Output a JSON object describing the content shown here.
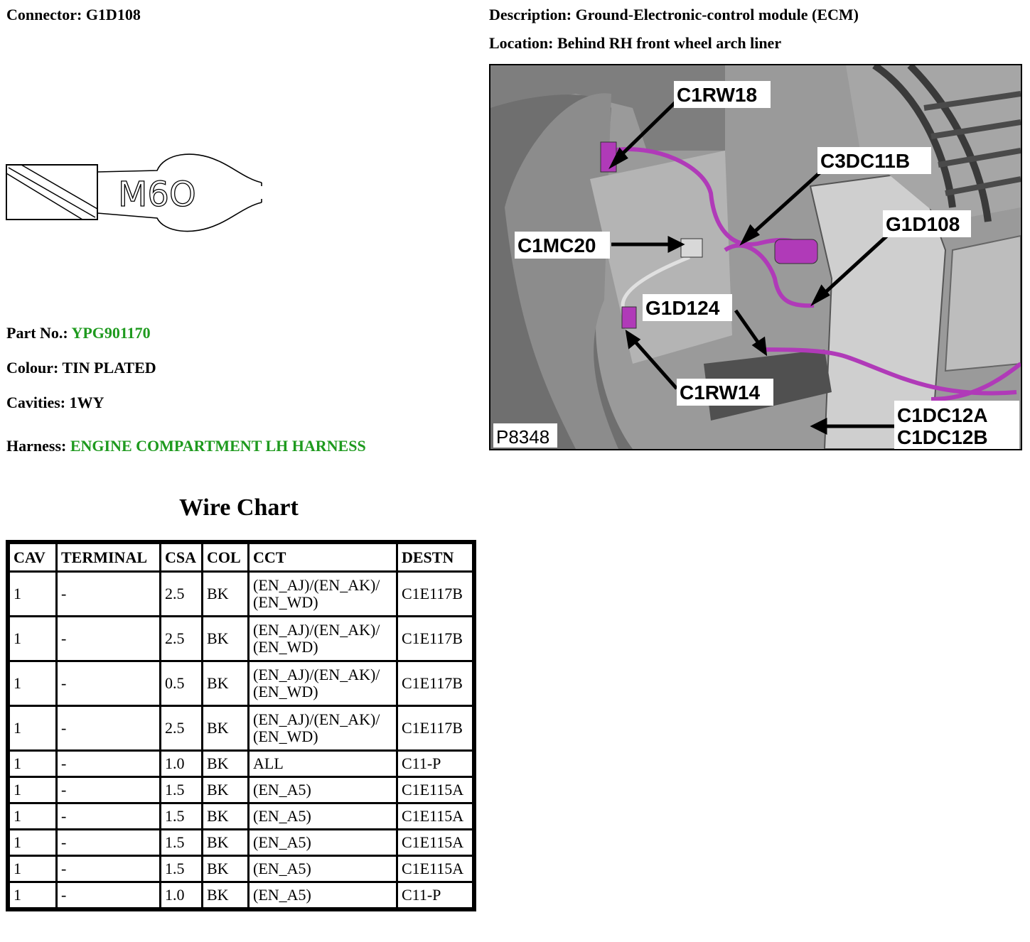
{
  "header": {
    "connector_label": "Connector:",
    "connector_value": "G1D108",
    "description_label": "Description:",
    "description_value": "Ground-Electronic-control module (ECM)",
    "location_label": "Location:",
    "location_value": "Behind RH front wheel arch liner"
  },
  "terminal_drawing": {
    "label": "M6O"
  },
  "properties": {
    "part_no_label": "Part No.:",
    "part_no_value": "YPG901170",
    "colour_label": "Colour:",
    "colour_value": "TIN PLATED",
    "cavities_label": "Cavities:",
    "cavities_value": "1WY",
    "harness_label": "Harness:",
    "harness_value": "ENGINE COMPARTMENT LH HARNESS"
  },
  "photo": {
    "callouts": [
      "C1RW18",
      "C3DC11B",
      "G1D108",
      "C1MC20",
      "G1D124",
      "C1RW14",
      "C1DC12A",
      "C1DC12B"
    ],
    "figure_id": "P8348",
    "harness_color": "#b03ab8"
  },
  "wire_chart": {
    "title": "Wire Chart",
    "columns": [
      "CAV",
      "TERMINAL",
      "CSA",
      "COL",
      "CCT",
      "DESTN"
    ],
    "rows": [
      [
        "1",
        "-",
        "2.5",
        "BK",
        "(EN_AJ)/(EN_AK)/ (EN_WD)",
        "C1E117B"
      ],
      [
        "1",
        "-",
        "2.5",
        "BK",
        "(EN_AJ)/(EN_AK)/ (EN_WD)",
        "C1E117B"
      ],
      [
        "1",
        "-",
        "0.5",
        "BK",
        "(EN_AJ)/(EN_AK)/ (EN_WD)",
        "C1E117B"
      ],
      [
        "1",
        "-",
        "2.5",
        "BK",
        "(EN_AJ)/(EN_AK)/ (EN_WD)",
        "C1E117B"
      ],
      [
        "1",
        "-",
        "1.0",
        "BK",
        "ALL",
        "C11-P"
      ],
      [
        "1",
        "-",
        "1.5",
        "BK",
        "(EN_A5)",
        "C1E115A"
      ],
      [
        "1",
        "-",
        "1.5",
        "BK",
        "(EN_A5)",
        "C1E115A"
      ],
      [
        "1",
        "-",
        "1.5",
        "BK",
        "(EN_A5)",
        "C1E115A"
      ],
      [
        "1",
        "-",
        "1.5",
        "BK",
        "(EN_A5)",
        "C1E115A"
      ],
      [
        "1",
        "-",
        "1.0",
        "BK",
        "(EN_A5)",
        "C11-P"
      ]
    ]
  }
}
